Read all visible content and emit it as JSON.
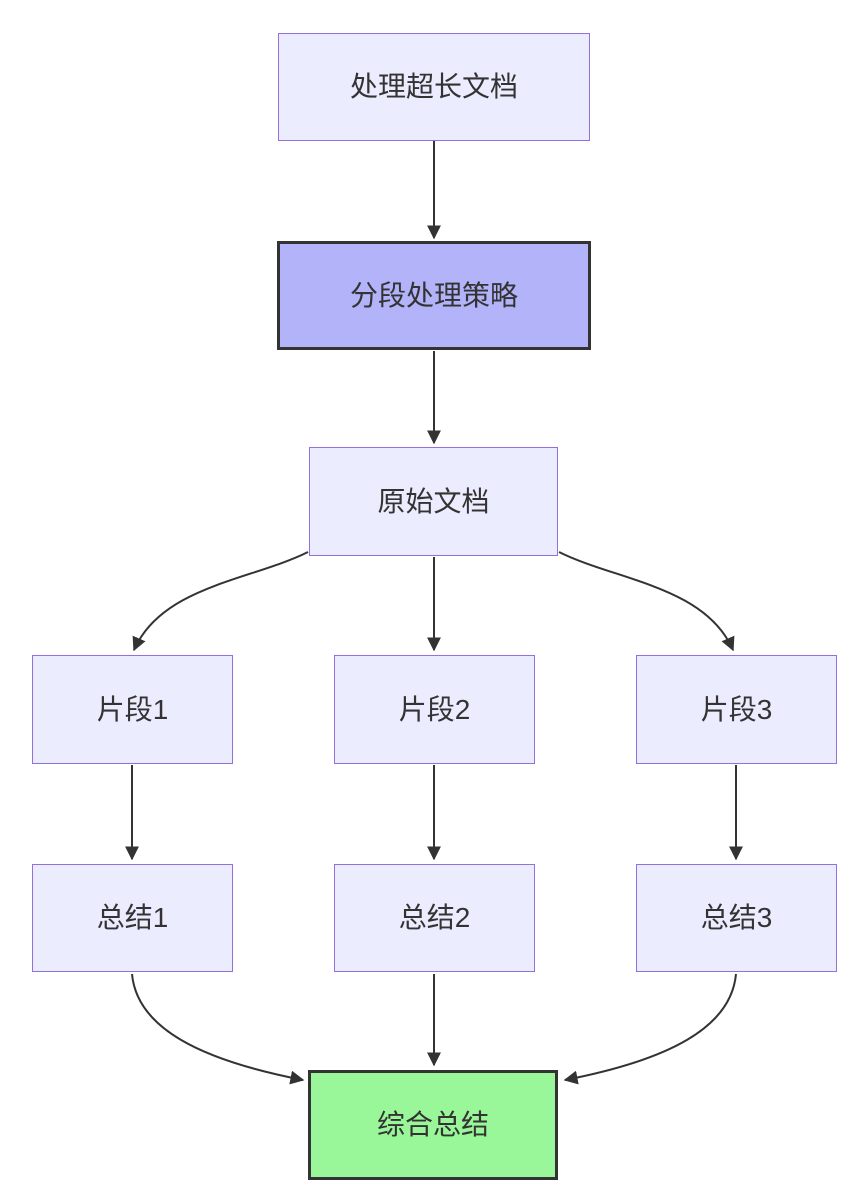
{
  "diagram": {
    "type": "flowchart",
    "direction": "top-down",
    "nodes": [
      {
        "id": "process-long-doc",
        "label": "处理超长文档",
        "style": "default"
      },
      {
        "id": "segment-strategy",
        "label": "分段处理策略",
        "style": "highlight"
      },
      {
        "id": "original-doc",
        "label": "原始文档",
        "style": "default"
      },
      {
        "id": "fragment-1",
        "label": "片段1",
        "style": "default"
      },
      {
        "id": "fragment-2",
        "label": "片段2",
        "style": "default"
      },
      {
        "id": "fragment-3",
        "label": "片段3",
        "style": "default"
      },
      {
        "id": "summary-1",
        "label": "总结1",
        "style": "default"
      },
      {
        "id": "summary-2",
        "label": "总结2",
        "style": "default"
      },
      {
        "id": "summary-3",
        "label": "总结3",
        "style": "default"
      },
      {
        "id": "final-summary",
        "label": "综合总结",
        "style": "success"
      }
    ],
    "edges": [
      {
        "from": "process-long-doc",
        "to": "segment-strategy"
      },
      {
        "from": "segment-strategy",
        "to": "original-doc"
      },
      {
        "from": "original-doc",
        "to": "fragment-1"
      },
      {
        "from": "original-doc",
        "to": "fragment-2"
      },
      {
        "from": "original-doc",
        "to": "fragment-3"
      },
      {
        "from": "fragment-1",
        "to": "summary-1"
      },
      {
        "from": "fragment-2",
        "to": "summary-2"
      },
      {
        "from": "fragment-3",
        "to": "summary-3"
      },
      {
        "from": "summary-1",
        "to": "final-summary"
      },
      {
        "from": "summary-2",
        "to": "final-summary"
      },
      {
        "from": "summary-3",
        "to": "final-summary"
      }
    ]
  },
  "colors": {
    "background": "#ffffff",
    "node_fill": "#ececff",
    "node_border": "#9370db",
    "highlight_fill": "#b3b3fa",
    "highlight_border": "#333333",
    "success_fill": "#99f799",
    "success_border": "#333333",
    "edge": "#333333",
    "text": "#333333"
  }
}
